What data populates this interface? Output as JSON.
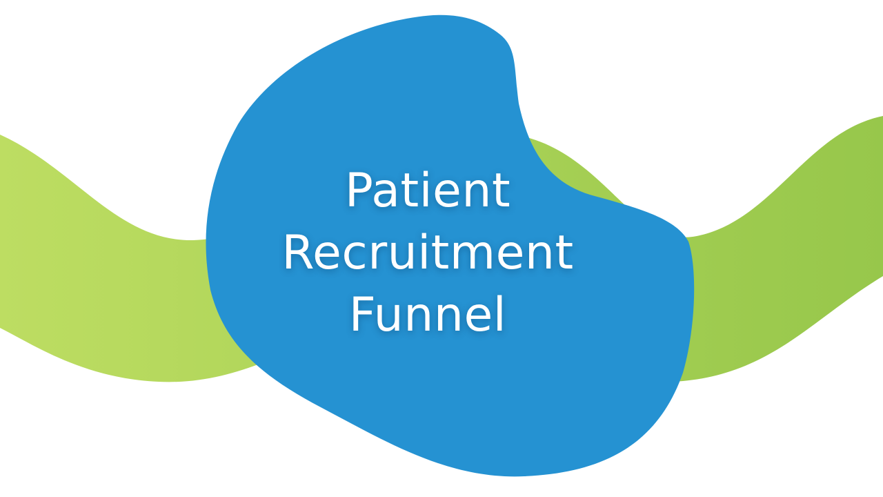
{
  "title": {
    "lines": [
      "Patient",
      "Recruitment",
      "Funnel"
    ]
  },
  "colors": {
    "background": "#ffffff",
    "blob_blue": "#2592d2",
    "wave_green_light": "#bddd62",
    "wave_green_dark": "#97c74b",
    "text": "#ffffff"
  },
  "icons": [
    "blue-blob-shape",
    "green-wave-shape"
  ]
}
